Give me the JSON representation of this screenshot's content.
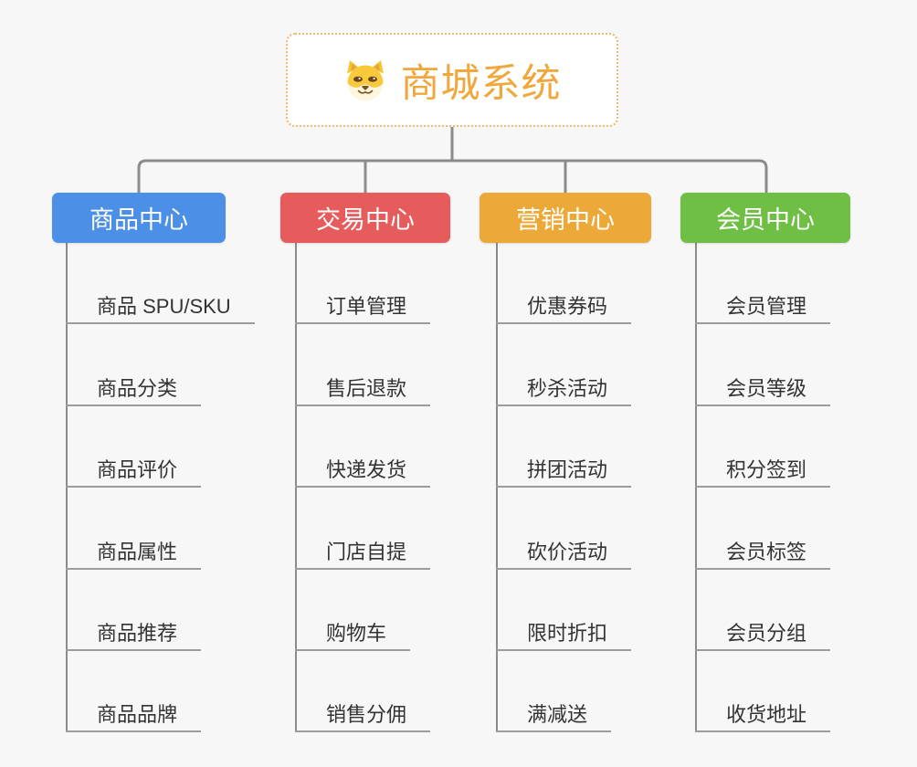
{
  "root": {
    "title": "商城系统",
    "icon": "dog-face-icon"
  },
  "branches": [
    {
      "id": "product-center",
      "label": "商品中心",
      "color": "#4c8fe6",
      "items": [
        "商品 SPU/SKU",
        "商品分类",
        "商品评价",
        "商品属性",
        "商品推荐",
        "商品品牌"
      ]
    },
    {
      "id": "trade-center",
      "label": "交易中心",
      "color": "#e65c5c",
      "items": [
        "订单管理",
        "售后退款",
        "快递发货",
        "门店自提",
        "购物车",
        "销售分佣"
      ]
    },
    {
      "id": "marketing-center",
      "label": "营销中心",
      "color": "#eda938",
      "items": [
        "优惠券码",
        "秒杀活动",
        "拼团活动",
        "砍价活动",
        "限时折扣",
        "满减送"
      ]
    },
    {
      "id": "member-center",
      "label": "会员中心",
      "color": "#6ebf44",
      "items": [
        "会员管理",
        "会员等级",
        "积分签到",
        "会员标签",
        "会员分组",
        "收货地址"
      ]
    }
  ],
  "colors": {
    "background": "#f7f7f7",
    "root_text": "#f0a73c",
    "root_border": "#edb867",
    "connector": "#8b8b8b",
    "leaf_underline": "#9c9c9c",
    "leaf_text": "#333333"
  }
}
